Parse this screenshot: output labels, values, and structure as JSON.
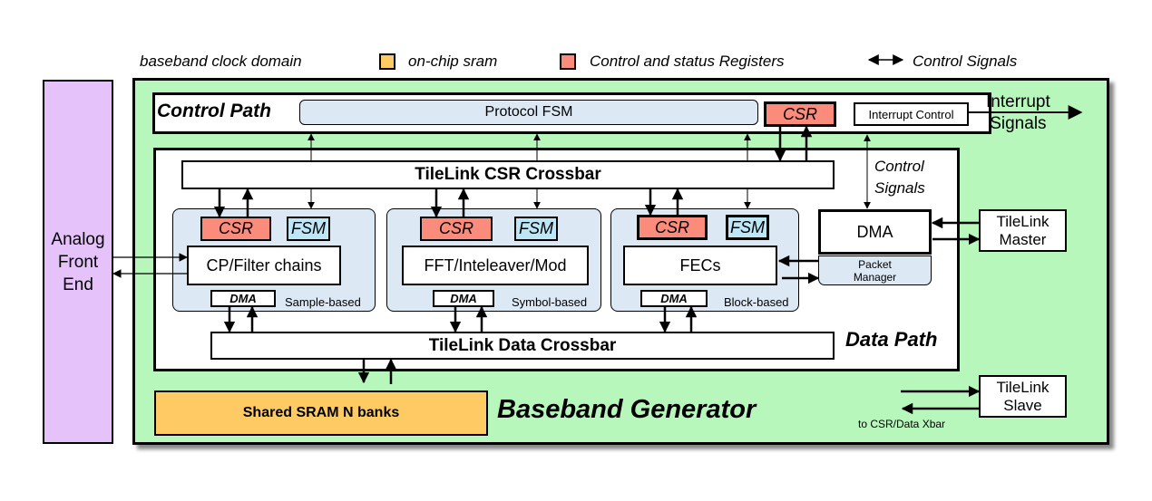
{
  "legend": {
    "clock_domain": "baseband clock domain",
    "sram": "on-chip sram",
    "csr": "Control and status Registers",
    "signals": "Control Signals"
  },
  "colors": {
    "clock_domain_bg": "#b8f7bc",
    "sram": "#fdca64",
    "csr": "#fb8b7b",
    "fsm": "#bde6f7",
    "module_bg": "#dde8f5",
    "analog": "#e6c2fb"
  },
  "analog_front_end": {
    "lines": [
      "Analog",
      "Front",
      "End"
    ]
  },
  "control_path": {
    "title": "Control Path",
    "protocol_fsm": "Protocol FSM",
    "csr": "CSR",
    "interrupt_control": "Interrupt Control"
  },
  "interrupt_signals": {
    "lines": [
      "Interrupt",
      "Signals"
    ]
  },
  "csr_crossbar": "TileLink CSR Crossbar",
  "control_signals_label": {
    "lines": [
      "Control",
      "Signals"
    ]
  },
  "modules": [
    {
      "csr": "CSR",
      "fsm": "FSM",
      "core": "CP/Filter chains",
      "dma": "DMA",
      "type": "Sample-based"
    },
    {
      "csr": "CSR",
      "fsm": "FSM",
      "core": "FFT/Inteleaver/Mod",
      "dma": "DMA",
      "type": "Symbol-based"
    },
    {
      "csr": "CSR",
      "fsm": "FSM",
      "core": "FECs",
      "dma": "DMA",
      "type": "Block-based"
    }
  ],
  "dma": {
    "label": "DMA",
    "packet_manager": [
      "Packet",
      "Manager"
    ]
  },
  "data_crossbar": "TileLink Data Crossbar",
  "data_path_title": "Data Path",
  "shared_sram": "Shared SRAM N banks",
  "baseband_generator_title": "Baseband Generator",
  "tilelink_master": [
    "TileLink",
    "Master"
  ],
  "tilelink_slave": [
    "TileLink",
    "Slave"
  ],
  "slave_note": "to CSR/Data Xbar"
}
